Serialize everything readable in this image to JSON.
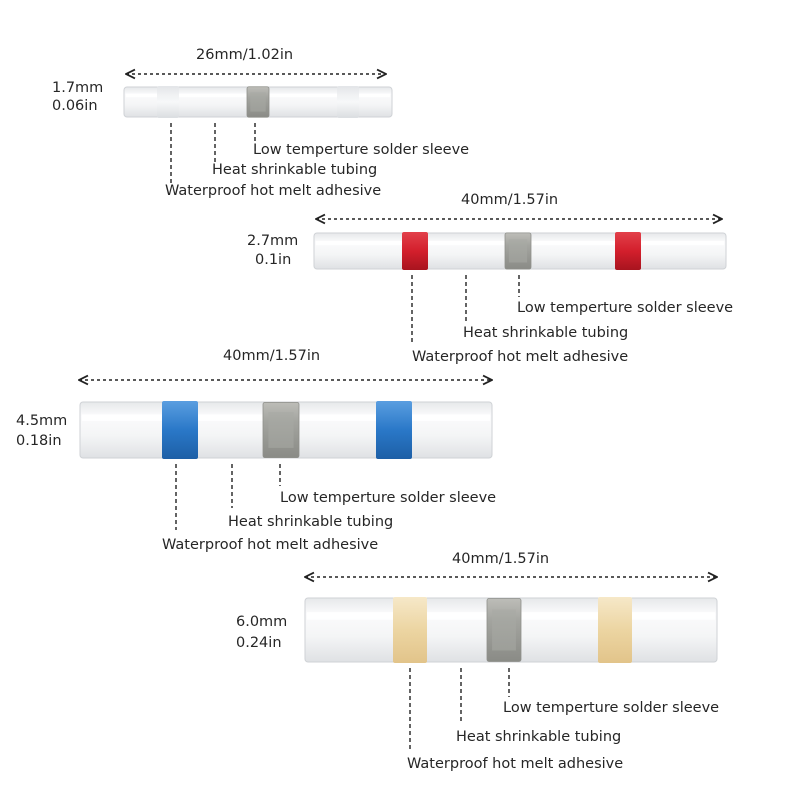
{
  "colors": {
    "tube": "#f3f4f5",
    "tube_edge": "#c9ccd0",
    "solder": "#9c9d98",
    "red": "#d31f2c",
    "blue": "#2a78c8",
    "yellow": "#f0dcb0",
    "clear": "#f1f2f3"
  },
  "connectors": [
    {
      "id": "c1",
      "length": "26mm/1.02in",
      "dia_mm": "1.7mm",
      "dia_in": "0.06in",
      "adhesive_color": "clear",
      "labels": {
        "solder": "Low temperture solder sleeve",
        "tubing": "Heat shrinkable tubing",
        "adhesive": "Waterproof hot melt adhesive"
      }
    },
    {
      "id": "c2",
      "length": "40mm/1.57in",
      "dia_mm": "2.7mm",
      "dia_in": "0.1in",
      "adhesive_color": "red",
      "labels": {
        "solder": "Low temperture solder sleeve",
        "tubing": "Heat shrinkable tubing",
        "adhesive": "Waterproof hot melt adhesive"
      }
    },
    {
      "id": "c3",
      "length": "40mm/1.57in",
      "dia_mm": "4.5mm",
      "dia_in": "0.18in",
      "adhesive_color": "blue",
      "labels": {
        "solder": "Low temperture solder sleeve",
        "tubing": "Heat shrinkable tubing",
        "adhesive": "Waterproof hot melt adhesive"
      }
    },
    {
      "id": "c4",
      "length": "40mm/1.57in",
      "dia_mm": "6.0mm",
      "dia_in": "0.24in",
      "adhesive_color": "yellow",
      "labels": {
        "solder": "Low temperture solder sleeve",
        "tubing": "Heat shrinkable tubing",
        "adhesive": "Waterproof hot melt adhesive"
      }
    }
  ]
}
